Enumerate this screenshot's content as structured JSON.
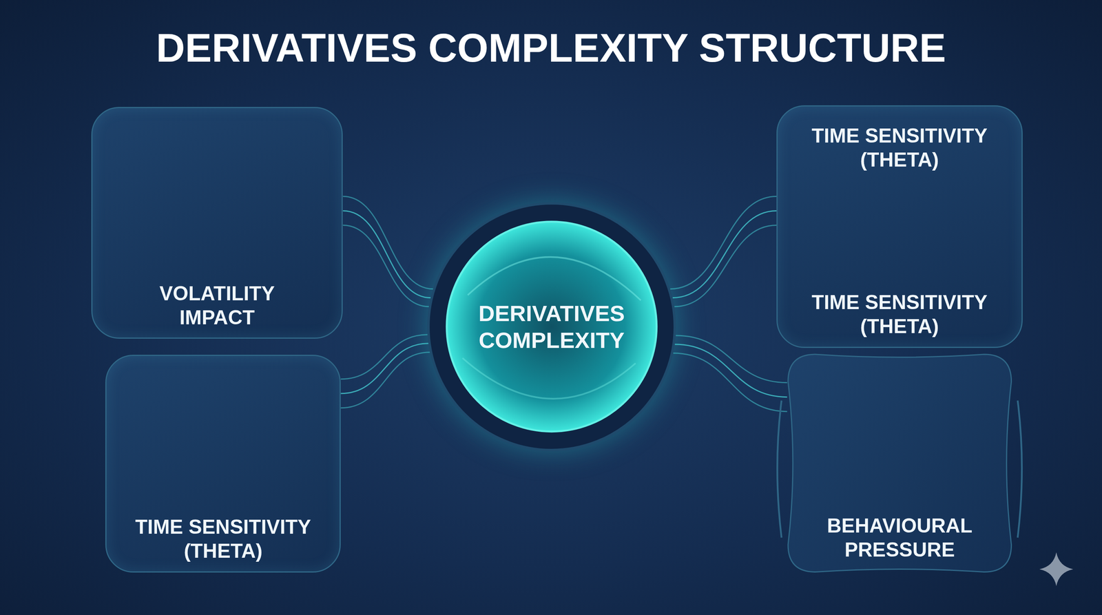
{
  "diagram": {
    "title": "DERIVATIVES COMPLEXITY STRUCTURE",
    "nodes": [
      {
        "text": [
          "VOLATILITY IMPACT"
        ]
      },
      {
        "text": [
          "DERIVATIVES COMPLEXITY"
        ]
      },
      {
        "text": [
          "TIME SENSITIVITY (THETA)",
          "TIME SENSITIVITY (THETA)"
        ]
      },
      {
        "text": [
          "TIME SENSITIVITY (THETA)"
        ]
      },
      {
        "text": [
          "BEHAVIOURAL PRESSURE"
        ]
      }
    ],
    "edges": [
      {
        "from": 0,
        "to": 1,
        "arrow": "none"
      },
      {
        "from": 1,
        "to": 2,
        "arrow": "none"
      },
      {
        "from": 3,
        "to": 1,
        "arrow": "none"
      },
      {
        "from": 1,
        "to": 4,
        "arrow": "none"
      }
    ]
  }
}
